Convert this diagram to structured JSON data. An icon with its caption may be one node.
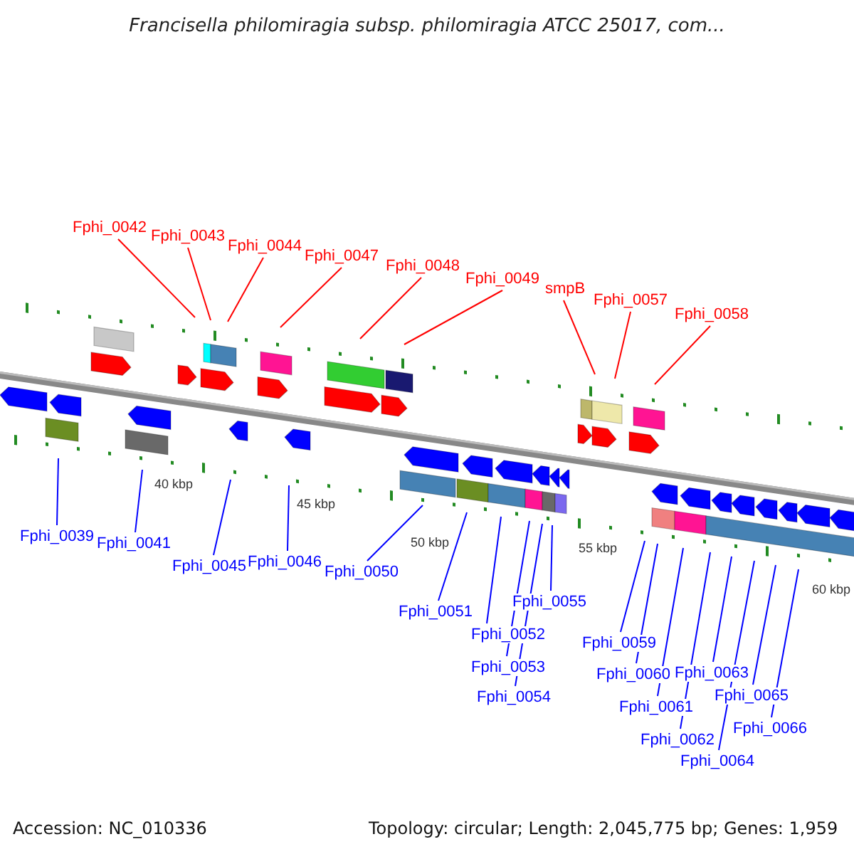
{
  "diagram": {
    "title": "Francisella philomiragia subsp. philomiragia ATCC 25017, com...",
    "nodes": [
      {
        "text": [
          "Fphi_0042"
        ]
      },
      {
        "text": [
          "Fphi_0043"
        ]
      },
      {
        "text": [
          "Fphi_0044"
        ]
      },
      {
        "text": [
          "Fphi_0047"
        ]
      },
      {
        "text": [
          "Fphi_0048"
        ]
      },
      {
        "text": [
          "Fphi_0049"
        ]
      },
      {
        "text": [
          "smpB"
        ]
      },
      {
        "text": [
          "Fphi_0057"
        ]
      },
      {
        "text": [
          "Fphi_0058"
        ]
      },
      {
        "text": [
          "Fphi_0039"
        ]
      },
      {
        "text": [
          "Fphi_0041"
        ]
      },
      {
        "text": [
          "Fphi_0045"
        ]
      },
      {
        "text": [
          "Fphi_0046"
        ]
      },
      {
        "text": [
          "Fphi_0050"
        ]
      },
      {
        "text": [
          "Fphi_0051"
        ]
      },
      {
        "text": [
          "Fphi_0052"
        ]
      },
      {
        "text": [
          "Fphi_0053"
        ]
      },
      {
        "text": [
          "Fphi_0054"
        ]
      },
      {
        "text": [
          "Fphi_0055"
        ]
      },
      {
        "text": [
          "Fphi_0059"
        ]
      },
      {
        "text": [
          "Fphi_0060"
        ]
      },
      {
        "text": [
          "Fphi_0061"
        ]
      },
      {
        "text": [
          "Fphi_0062"
        ]
      },
      {
        "text": [
          "Fphi_0063"
        ]
      },
      {
        "text": [
          "Fphi_0064"
        ]
      },
      {
        "text": [
          "Fphi_0065"
        ]
      },
      {
        "text": [
          "Fphi_0066"
        ]
      }
    ],
    "edges": [
      {
        "from": 0,
        "to": null,
        "arrow": "none",
        "color": "#ff0000"
      },
      {
        "from": 1,
        "to": null,
        "arrow": "none",
        "color": "#ff0000"
      },
      {
        "from": 2,
        "to": null,
        "arrow": "none",
        "color": "#ff0000"
      },
      {
        "from": 3,
        "to": null,
        "arrow": "none",
        "color": "#ff0000"
      },
      {
        "from": 4,
        "to": null,
        "arrow": "none",
        "color": "#ff0000"
      },
      {
        "from": 5,
        "to": null,
        "arrow": "none",
        "color": "#ff0000"
      },
      {
        "from": 6,
        "to": null,
        "arrow": "none",
        "color": "#ff0000"
      },
      {
        "from": 7,
        "to": null,
        "arrow": "none",
        "color": "#ff0000"
      },
      {
        "from": 8,
        "to": null,
        "arrow": "none",
        "color": "#ff0000"
      },
      {
        "from": 9,
        "to": null,
        "arrow": "none"
      },
      {
        "from": 10,
        "to": null,
        "arrow": "none"
      },
      {
        "from": 11,
        "to": null,
        "arrow": "none"
      },
      {
        "from": 12,
        "to": null,
        "arrow": "none"
      },
      {
        "from": 13,
        "to": null,
        "arrow": "none"
      },
      {
        "from": 14,
        "to": null,
        "arrow": "none"
      },
      {
        "from": 15,
        "to": null,
        "arrow": "none"
      },
      {
        "from": 16,
        "to": null,
        "arrow": "none"
      },
      {
        "from": 17,
        "to": null,
        "arrow": "none"
      },
      {
        "from": 18,
        "to": null,
        "arrow": "none"
      },
      {
        "from": 19,
        "to": null,
        "arrow": "none"
      },
      {
        "from": 20,
        "to": null,
        "arrow": "none"
      },
      {
        "from": 21,
        "to": null,
        "arrow": "none"
      },
      {
        "from": 22,
        "to": null,
        "arrow": "none"
      },
      {
        "from": 23,
        "to": null,
        "arrow": "none"
      },
      {
        "from": 24,
        "to": null,
        "arrow": "none"
      },
      {
        "from": 25,
        "to": null,
        "arrow": "none"
      },
      {
        "from": 26,
        "to": null,
        "arrow": "none"
      }
    ],
    "labels": [
      "40 kbp",
      "45 kbp",
      "50 kbp",
      "55 kbp",
      "60 kbp",
      "Accession: NC_010336",
      "Topology: circular; Length: 2,045,775 bp; Genes: 1,959"
    ]
  }
}
